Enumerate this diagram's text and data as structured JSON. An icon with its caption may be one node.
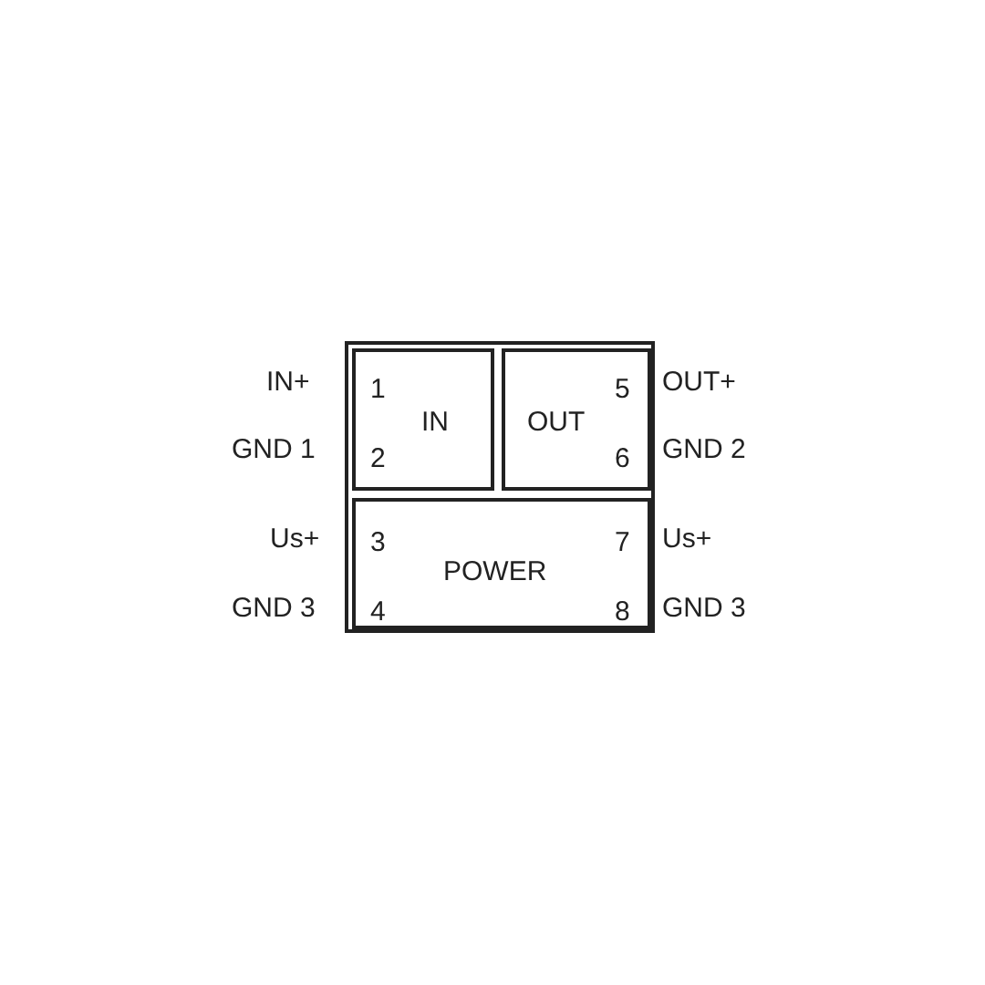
{
  "diagram": {
    "nodes": [
      {
        "text": [],
        "shape": "box"
      },
      {
        "text": [
          "1",
          "IN",
          "2"
        ],
        "in": 0
      },
      {
        "text": [
          "5",
          "OUT",
          "6"
        ],
        "in": 0
      },
      {
        "text": [
          "3",
          "7",
          "POWER",
          "4",
          "8"
        ],
        "in": 0
      }
    ],
    "edges": [],
    "labels": [
      "IN+",
      "OUT+",
      "GND 1",
      "GND 2",
      "Us+",
      "Us+",
      "GND 3",
      "GND 3"
    ]
  }
}
